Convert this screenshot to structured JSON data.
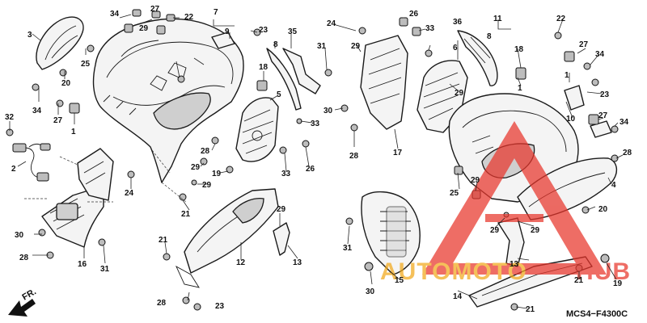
{
  "diagram": {
    "code": "MCS4−F4300C",
    "direction_label": "FR.",
    "callouts": [
      "1",
      "2",
      "3",
      "4",
      "5",
      "6",
      "7",
      "8",
      "9",
      "10",
      "11",
      "12",
      "13",
      "14",
      "15",
      "16",
      "17",
      "18",
      "19",
      "20",
      "21",
      "22",
      "23",
      "24",
      "25",
      "26",
      "27",
      "28",
      "29",
      "30",
      "31",
      "32",
      "33",
      "34",
      "35",
      "36"
    ]
  },
  "watermark": {
    "brand_left": "AUTOMOTO",
    "brand_right": "HUB",
    "color_red": "#e8352b",
    "color_gold": "#f2a91c"
  }
}
